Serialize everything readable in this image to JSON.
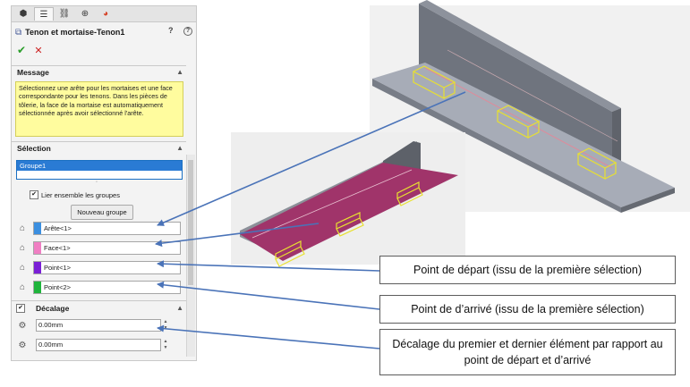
{
  "panel": {
    "tabs": [
      "feature-manager-icon",
      "property-manager-icon",
      "configuration-manager-icon",
      "dimxpert-icon",
      "display-manager-icon"
    ],
    "title": "Tenon et mortaise-Tenon1",
    "help_q": "?",
    "help_circle": "?",
    "ok_symbol": "✔",
    "cancel_symbol": "✕",
    "message": {
      "header": "Message",
      "text": "Sélectionnez une arête pour les mortaises et une face correspondante pour les tenons. Dans les pièces de tôlerie, la face de la mortaise est automatiquement sélectionnée après avoir sélectionné l'arête."
    },
    "selection": {
      "header": "Sélection",
      "group_item": "Groupe1",
      "link_checkbox_label": "Lier ensemble les groupes",
      "link_checked": true,
      "new_group_button": "Nouveau groupe",
      "fields": [
        {
          "label": "Arête<1>",
          "color": "#3b8fe0"
        },
        {
          "label": "Face<1>",
          "color": "#f07fc3"
        },
        {
          "label": "Point<1>",
          "color": "#7a1fd6"
        },
        {
          "label": "Point<2>",
          "color": "#1fb43c"
        }
      ]
    },
    "offset": {
      "header": "Décalage",
      "checked": true,
      "value1": "0.00mm",
      "value2": "0.00mm"
    }
  },
  "callouts": {
    "start": "Point de départ (issu de la première sélection)",
    "end": "Point de d’arrivé (issu de la première sélection)",
    "offset": "Décalage du premier et dernier élément par rapport au point de départ et d’arrivé"
  },
  "colors": {
    "arrow": "#4a73b8",
    "face_fill": "#a0346a",
    "highlight": "#e8e030",
    "part_gray": "#9aa0ad"
  }
}
